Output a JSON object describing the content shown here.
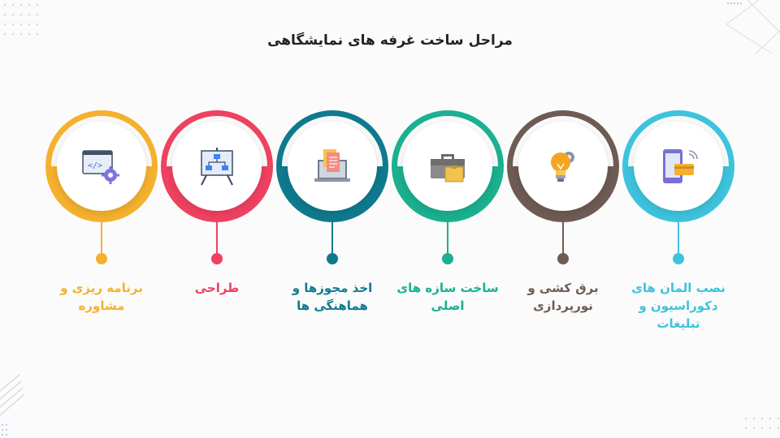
{
  "title": "مراحل ساخت غرفه های نمایشگاهی",
  "steps": [
    {
      "label": "برنامه ریزی و مشاوره",
      "color": "#f5b12e",
      "icon": "code-settings-icon"
    },
    {
      "label": "طراحی",
      "color": "#ef4160",
      "icon": "flowchart-board-icon"
    },
    {
      "label": "اخذ مجوزها و هماهنگی ها",
      "color": "#0f7a8e",
      "icon": "laptop-documents-icon"
    },
    {
      "label": "ساخت سازه های اصلی",
      "color": "#1bb08f",
      "icon": "toolbox-icon"
    },
    {
      "label": "برق کشی و نورپردازی",
      "color": "#6e5c54",
      "icon": "lightbulb-gear-icon"
    },
    {
      "label": "نصب المان های دکوراسیون و تبلیغات",
      "color": "#3ec3dd",
      "icon": "phone-card-icon"
    }
  ]
}
